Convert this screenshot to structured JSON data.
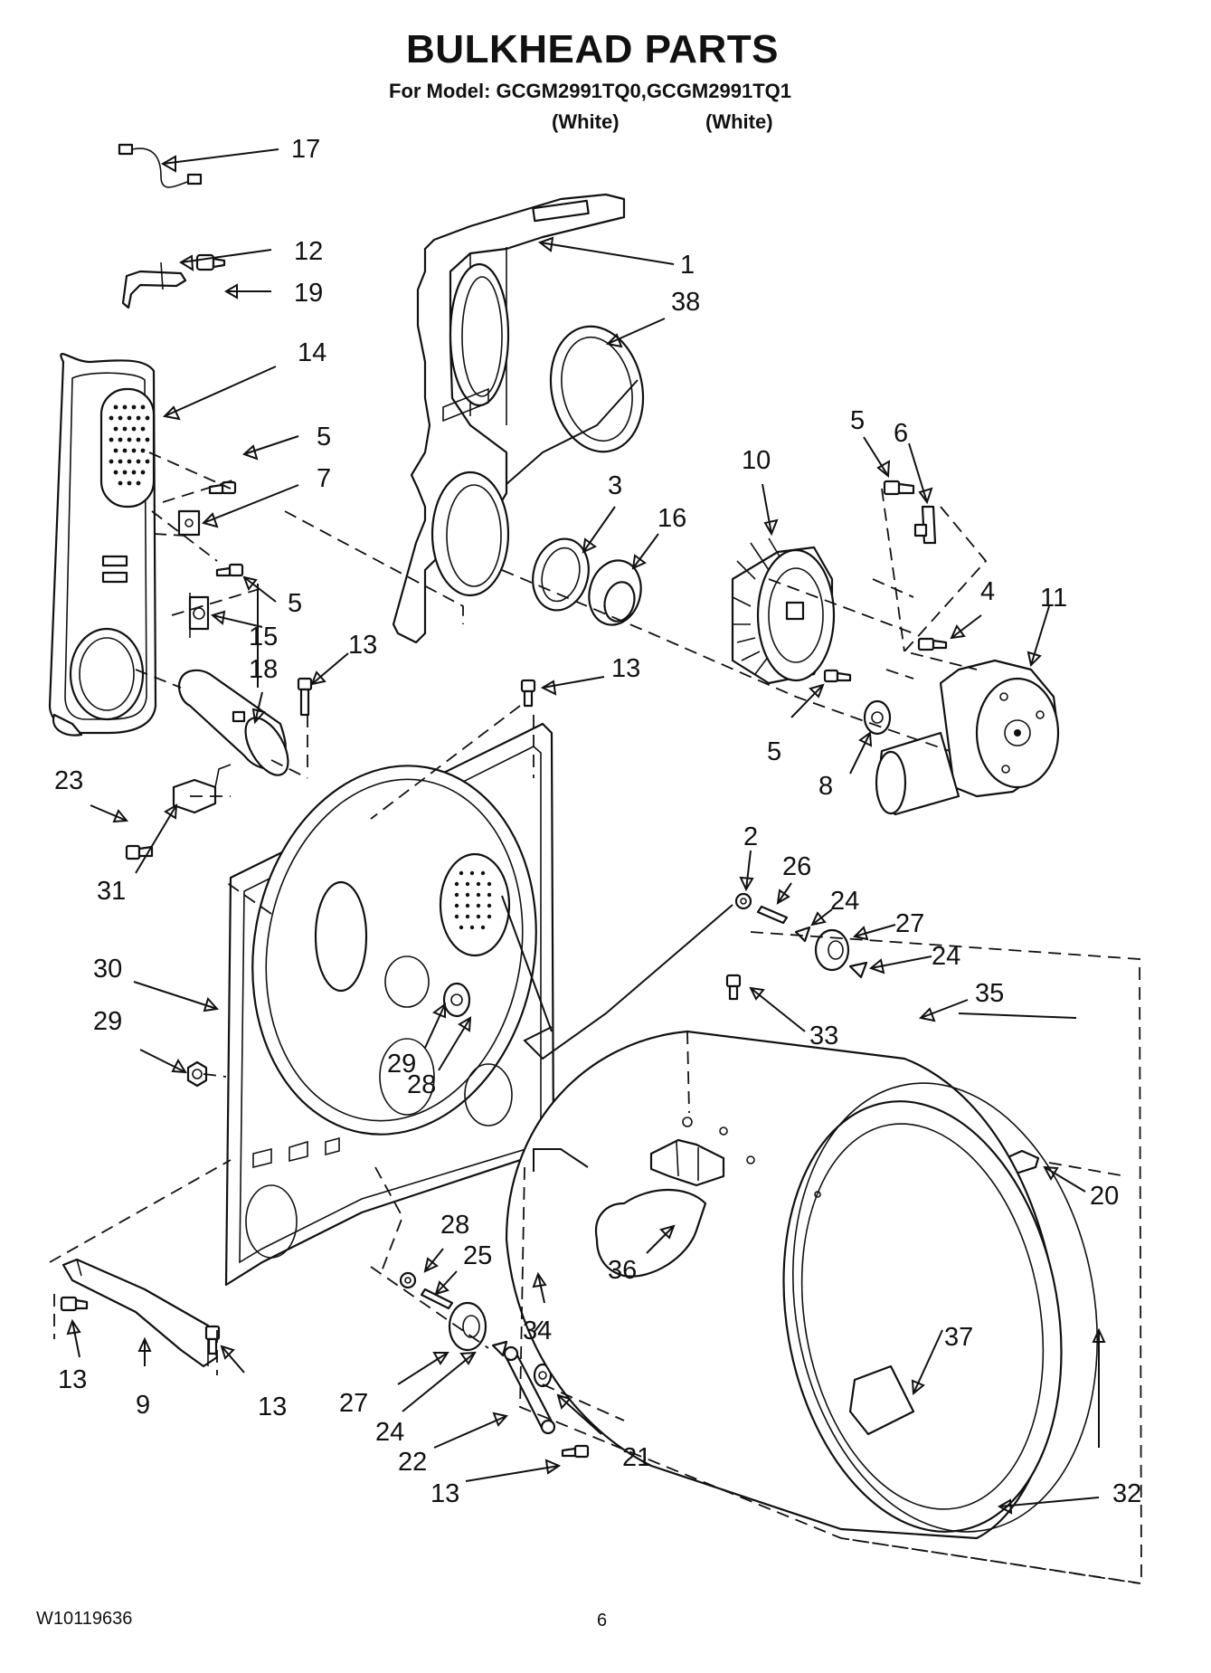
{
  "title": "BULKHEAD PARTS",
  "model_line": "For Model: GCGM2991TQ0,GCGM2991TQ1",
  "model_colors": [
    "(White)",
    "(White)"
  ],
  "footer": {
    "doc_number": "W10119636",
    "page_number": "6"
  },
  "callouts": {
    "c1": "1",
    "c2": "2",
    "c3": "3",
    "c4": "4",
    "c5a": "5",
    "c5b": "5",
    "c5c": "5",
    "c5d": "5",
    "c6": "6",
    "c7": "7",
    "c8": "8",
    "c9": "9",
    "c10": "10",
    "c11": "11",
    "c12": "12",
    "c13a": "13",
    "c13b": "13",
    "c13c": "13",
    "c13d": "13",
    "c13e": "13",
    "c14": "14",
    "c15": "15",
    "c16": "16",
    "c17": "17",
    "c18": "18",
    "c19": "19",
    "c20": "20",
    "c21": "21",
    "c22": "22",
    "c23": "23",
    "c24a": "24",
    "c24b": "24",
    "c24c": "24",
    "c25": "25",
    "c26": "26",
    "c27a": "27",
    "c27b": "27",
    "c28a": "28",
    "c28b": "28",
    "c29a": "29",
    "c29b": "29",
    "c30": "30",
    "c31": "31",
    "c32": "32",
    "c33": "33",
    "c34": "34",
    "c35": "35",
    "c36": "36",
    "c37": "37",
    "c38": "38"
  }
}
